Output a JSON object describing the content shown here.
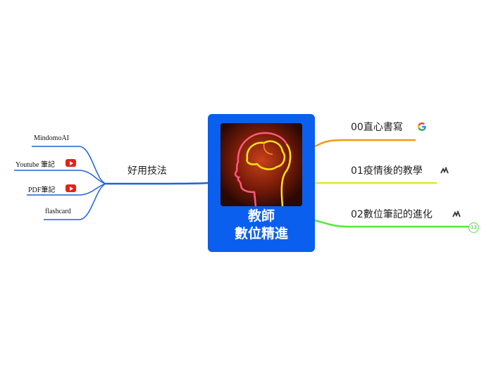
{
  "central": {
    "title_line1": "教師",
    "title_line2": "數位精進",
    "image_icon": "neon-head-icon",
    "color": "#0b5fee"
  },
  "right_topics": [
    {
      "label": "00直心書寫",
      "icon": "google-icon",
      "line_color": "#f39a12"
    },
    {
      "label": "01疫情後的教學",
      "icon": "mindomo-icon",
      "line_color": "#d8ee1e"
    },
    {
      "label": "02數位筆記的進化",
      "icon": "mindomo-icon",
      "line_color": "#55e83a",
      "collapsed_count": "13"
    }
  ],
  "left_topic": {
    "label": "好用技法",
    "line_color": "#1f62d8",
    "children": [
      {
        "label": "MindomoAI"
      },
      {
        "label": "Youtube 筆記",
        "icon": "youtube-icon"
      },
      {
        "label": "PDF筆記",
        "icon": "youtube-icon"
      },
      {
        "label": "flashcard"
      }
    ]
  }
}
